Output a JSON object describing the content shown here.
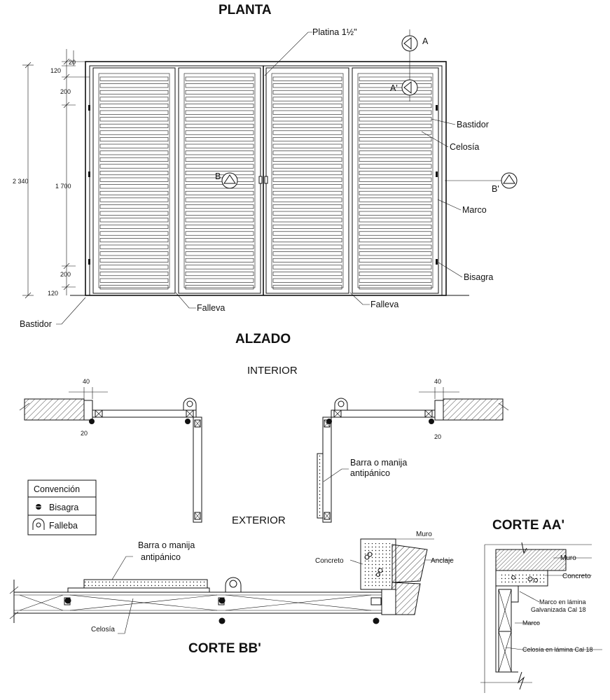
{
  "titles": {
    "planta": "PLANTA",
    "alzado": "ALZADO",
    "corte_bb": "CORTE BB'",
    "corte_aa": "CORTE AA'"
  },
  "plan": {
    "platina_label": "Platina 1½\"",
    "bastidor_right": "Bastidor",
    "celosia": "Celosía",
    "marco": "Marco",
    "bisagra": "Bisagra",
    "falleva_left": "Falleva",
    "falleva_right": "Falleva",
    "bastidor_bottom": "Bastidor",
    "section_a": "A",
    "section_a_prime": "A'",
    "section_b": "B",
    "section_b_prime": "B'",
    "dims": {
      "top_gap": "20",
      "top_120": "120",
      "top_200": "200",
      "mid_1700": "1 700",
      "bottom_200": "200",
      "bottom_120": "120",
      "overall_2340": "2 340"
    }
  },
  "elevation": {
    "interior": "INTERIOR",
    "exterior": "EXTERIOR",
    "dim_left_40": "40",
    "dim_left_20": "20",
    "dim_right_40": "40",
    "dim_right_20": "20",
    "barra_line1": "Barra o manija",
    "barra_line2": "antipánico"
  },
  "legend": {
    "header": "Convención",
    "item1": "Bisagra",
    "item2": "Falleba"
  },
  "corte_bb": {
    "barra_line1": "Barra o manija",
    "barra_line2": "antipánico",
    "muro": "Muro",
    "concreto": "Concreto",
    "anclaje": "Anclaje",
    "celosia": "Celosía"
  },
  "corte_aa": {
    "muro": "Muro",
    "concreto": "Concreto",
    "marco_lamina_1": "Marco en lámina",
    "marco_lamina_2": "Galvanizada Cal 18",
    "marco": "Marco",
    "celosia_lamina": "Celosía en lámina Cal 18"
  },
  "colors": {
    "ink": "#111111",
    "paper": "#ffffff"
  }
}
